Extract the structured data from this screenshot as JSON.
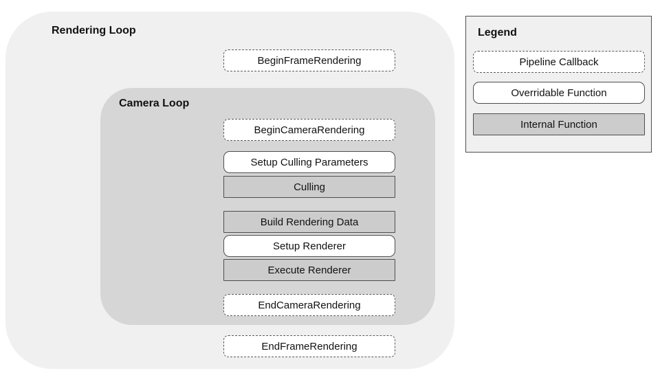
{
  "rendering_loop": {
    "label": "Rendering Loop",
    "background": "#f0f0f0"
  },
  "camera_loop": {
    "label": "Camera Loop",
    "background": "#d6d6d6"
  },
  "flow": [
    {
      "label": "BeginFrameRendering",
      "type": "pipeline-callback",
      "container": "rendering-loop"
    },
    {
      "label": "BeginCameraRendering",
      "type": "pipeline-callback",
      "container": "camera-loop"
    },
    {
      "label": "Setup Culling Parameters",
      "type": "overridable-function",
      "container": "camera-loop"
    },
    {
      "label": "Culling",
      "type": "internal-function",
      "container": "camera-loop"
    },
    {
      "label": "Build Rendering Data",
      "type": "internal-function",
      "container": "camera-loop"
    },
    {
      "label": "Setup Renderer",
      "type": "overridable-function",
      "container": "camera-loop"
    },
    {
      "label": "Execute Renderer",
      "type": "internal-function",
      "container": "camera-loop"
    },
    {
      "label": "EndCameraRendering",
      "type": "pipeline-callback",
      "container": "camera-loop"
    },
    {
      "label": "EndFrameRendering",
      "type": "pipeline-callback",
      "container": "rendering-loop"
    }
  ],
  "legend": {
    "title": "Legend",
    "items": [
      {
        "label": "Pipeline Callback",
        "type": "pipeline-callback"
      },
      {
        "label": "Overridable Function",
        "type": "overridable-function"
      },
      {
        "label": "Internal Function",
        "type": "internal-function"
      }
    ]
  },
  "colors": {
    "page_background": "#ffffff",
    "pipeline_callback_fill": "#ffffff",
    "overridable_function_fill": "#ffffff",
    "internal_function_fill": "#cccccc",
    "box_border": "#4d4d4d",
    "text": "#111111"
  }
}
